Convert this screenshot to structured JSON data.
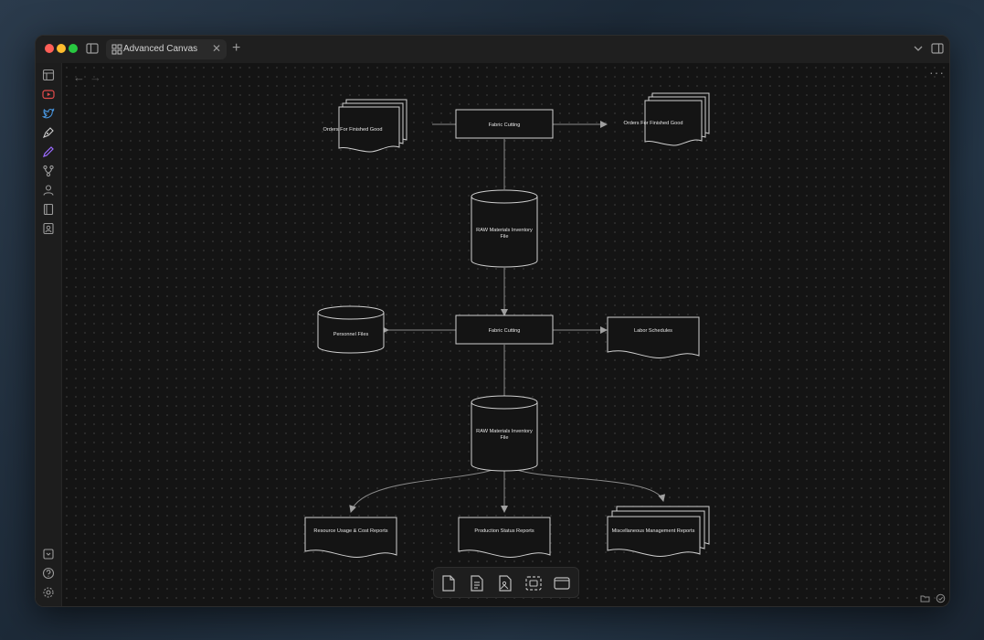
{
  "tab": {
    "title": "Advanced Canvas",
    "close_icon": "close-icon"
  },
  "colors": {
    "accent_youtube": "#e24b4b",
    "accent_twitter": "#4a9be8",
    "accent_pen": "#9b6cff"
  },
  "diagram": {
    "top_left_documents": "Orders For Finished Good",
    "top_process": "Fabric Cutting",
    "top_right_documents": "Orders For Finished Good",
    "upper_database_line1": "RAW Materials Inventory",
    "upper_database_line2": "File",
    "personnel_database": "Personnel Files",
    "middle_process": "Fabric Cutting",
    "labor_document": "Labor Schedules",
    "lower_database_line1": "RAW Materials Inventory",
    "lower_database_line2": "File",
    "report_resource": "Resource Usage & Cost Reports",
    "report_production": "Production Status Reports",
    "report_misc": "Miscellaneous Management Reports"
  }
}
